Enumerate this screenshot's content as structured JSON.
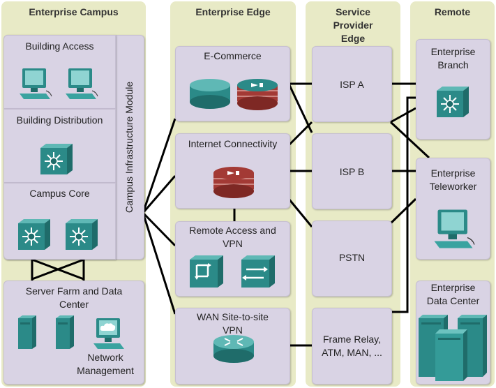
{
  "columns": {
    "campus": "Enterprise Campus",
    "edge": "Enterprise Edge",
    "sp": "Service Provider Edge",
    "remote": "Remote"
  },
  "campus": {
    "building_access": "Building Access",
    "building_distribution": "Building Distribution",
    "campus_core": "Campus Core",
    "infrastructure_module": "Campus Infrastructure Module",
    "server_farm": "Server Farm and Data Center",
    "network_management": "Network Management"
  },
  "edge": {
    "ecommerce": "E-Commerce",
    "internet": "Internet Connectivity",
    "remote_access": "Remote Access and VPN",
    "wan": "WAN Site-to-site VPN"
  },
  "sp": {
    "isp_a": "ISP A",
    "isp_b": "ISP B",
    "pstn": "PSTN",
    "frame_relay": "Frame Relay, ATM, MAN, ..."
  },
  "remote": {
    "branch": "Enterprise Branch",
    "teleworker": "Enterprise Teleworker",
    "datacenter": "Enterprise Data Center"
  },
  "colors": {
    "column_bg": "#e8eac6",
    "box_bg": "#d9d3e4",
    "device_teal": "#2b8a88",
    "firewall_red": "#a33a35"
  }
}
